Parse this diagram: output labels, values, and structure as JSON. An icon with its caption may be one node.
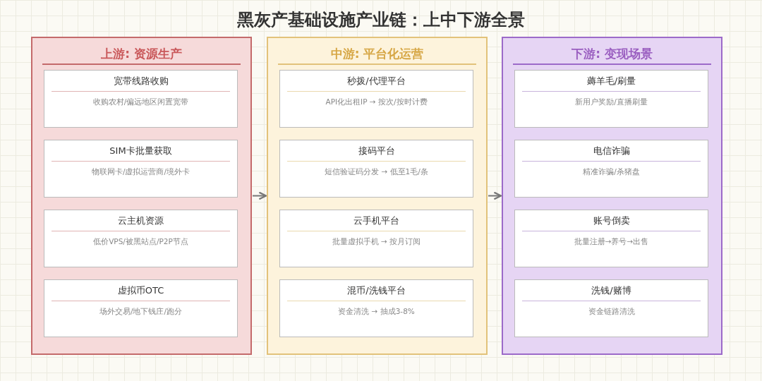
{
  "diagram": {
    "title": "黑灰产基础设施产业链：上中下游全景",
    "nodes": [
      {
        "text": [
          "上游: 资源生产"
        ]
      },
      {
        "text": [
          "宽带线路收购",
          "收购农村/偏远地区闲置宽带"
        ],
        "in": 0
      },
      {
        "text": [
          "SIM卡批量获取",
          "物联网卡/虚拟运营商/境外卡"
        ],
        "in": 0
      },
      {
        "text": [
          "云主机资源",
          "低价VPS/被黑站点/P2P节点"
        ],
        "in": 0
      },
      {
        "text": [
          "虚拟币OTC",
          "场外交易/地下钱庄/跑分"
        ],
        "in": 0
      },
      {
        "text": [
          "中游: 平台化运营"
        ]
      },
      {
        "text": [
          "秒拨/代理平台",
          "API化出租IP → 按次/按时计费"
        ],
        "in": 5
      },
      {
        "text": [
          "接码平台",
          "短信验证码分发 → 低至1毛/条"
        ],
        "in": 5
      },
      {
        "text": [
          "云手机平台",
          "批量虚拟手机 → 按月订阅"
        ],
        "in": 5
      },
      {
        "text": [
          "混币/洗钱平台",
          "资金清洗 → 抽成3-8%"
        ],
        "in": 5
      },
      {
        "text": [
          "下游: 变现场景"
        ]
      },
      {
        "text": [
          "薅羊毛/刷量",
          "新用户奖励/直播刷量"
        ],
        "in": 10
      },
      {
        "text": [
          "电信诈骗",
          "精准诈骗/杀猪盘"
        ],
        "in": 10
      },
      {
        "text": [
          "账号倒卖",
          "批量注册→养号→出售"
        ],
        "in": 10
      },
      {
        "text": [
          "洗钱/赌博",
          "资金链路清洗"
        ],
        "in": 10
      }
    ],
    "edges": [
      {
        "from": 0,
        "to": 5,
        "arrow": "to"
      },
      {
        "from": 5,
        "to": 10,
        "arrow": "to"
      }
    ]
  }
}
